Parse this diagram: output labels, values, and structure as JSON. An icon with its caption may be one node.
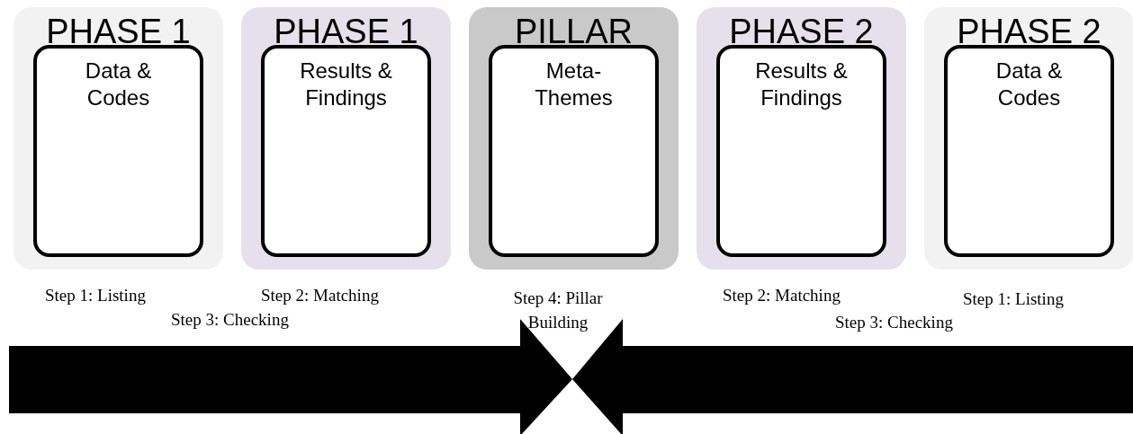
{
  "diagram": {
    "nodes": [
      {
        "text": [
          "PHASE 1"
        ]
      },
      {
        "text": [
          "Data & Codes"
        ],
        "in": 0
      },
      {
        "text": [
          "PHASE 1"
        ]
      },
      {
        "text": [
          "Results & Findings"
        ],
        "in": 2
      },
      {
        "text": [
          "PILLAR"
        ]
      },
      {
        "text": [
          "Meta-Themes"
        ],
        "in": 4
      },
      {
        "text": [
          "PHASE 2"
        ]
      },
      {
        "text": [
          "Results & Findings"
        ],
        "in": 6
      },
      {
        "text": [
          "PHASE 2"
        ]
      },
      {
        "text": [
          "Data & Codes"
        ],
        "in": 8
      }
    ],
    "labels": [
      "Step 1: Listing",
      "Step 2: Matching",
      "Step 3: Checking",
      "Step 4: Pillar Building",
      "Step 2: Matching",
      "Step 1: Listing",
      "Step 3: Checking"
    ]
  }
}
